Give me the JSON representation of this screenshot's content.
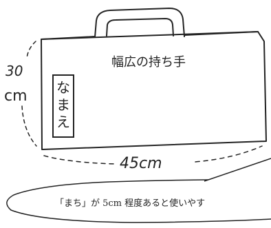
{
  "diagram": {
    "handle_label": "幅広の持ち手",
    "name_tag_label": "なまえ",
    "height_value": "30",
    "height_unit": "cm",
    "width_label": "45cm",
    "callout_text": "「まち」が 5cm 程度あると使いやす"
  },
  "colors": {
    "ink": "#222222",
    "background": "#ffffff"
  }
}
